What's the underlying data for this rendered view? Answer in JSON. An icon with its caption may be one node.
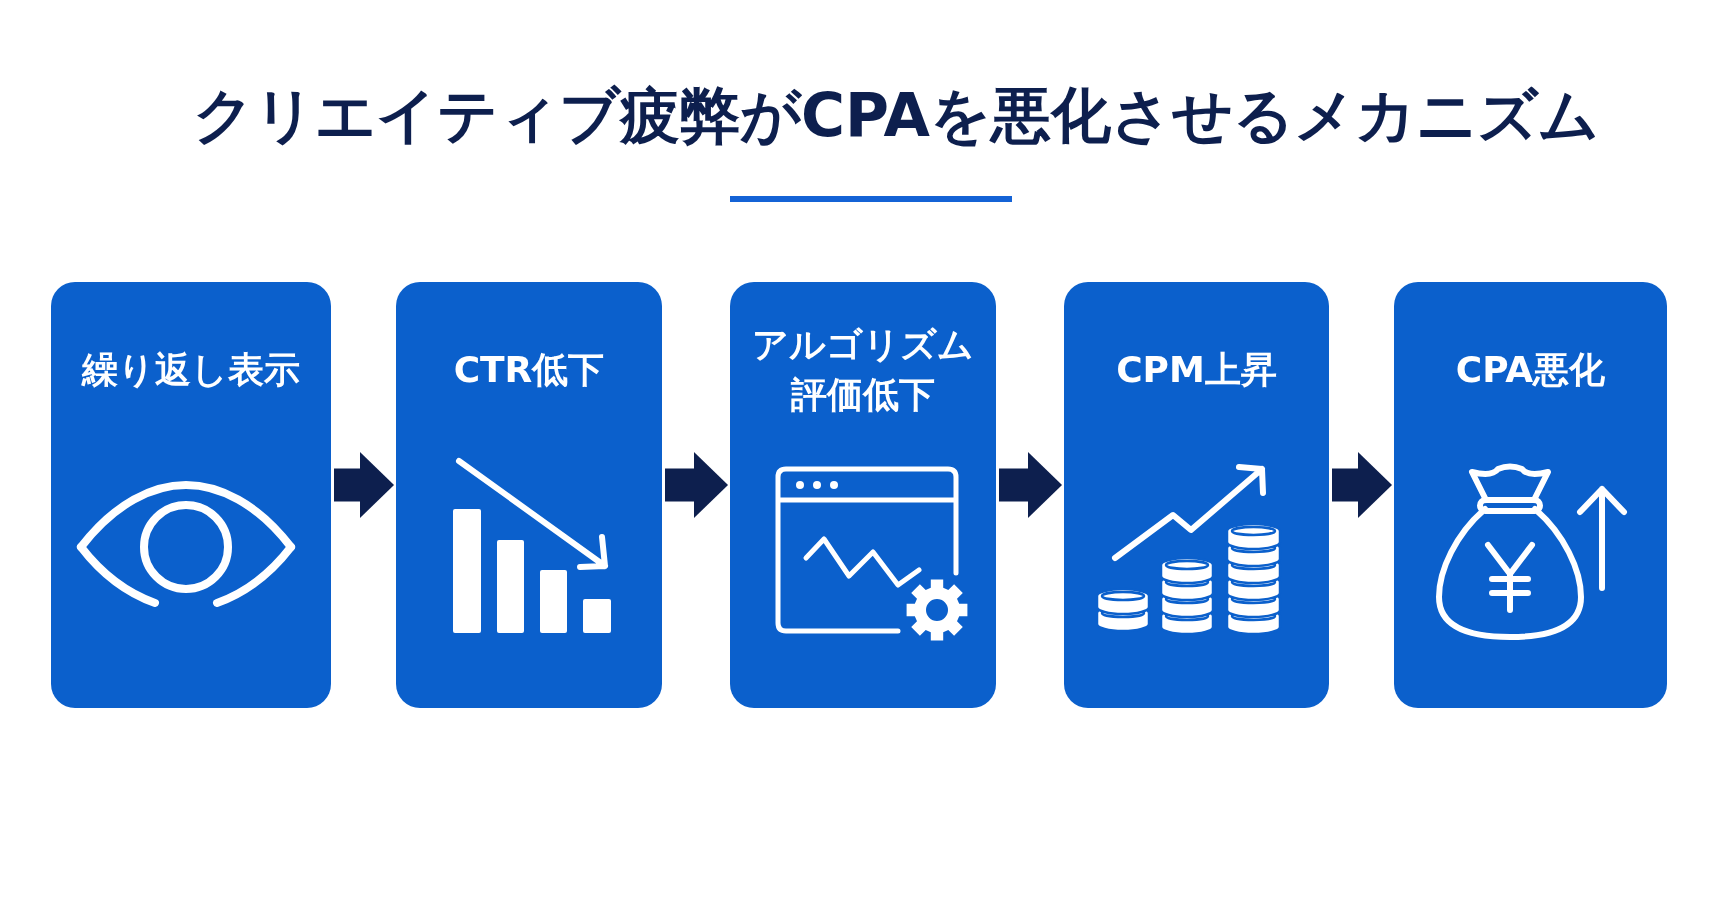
{
  "diagram": {
    "title": "クリエイティブ疲弊がCPAを悪化させるメカニズム",
    "nodes": [
      {
        "text": [
          "繰り返し表示"
        ]
      },
      {
        "text": [
          "CTR低下"
        ]
      },
      {
        "text": [
          "アルゴリズム評価低下"
        ]
      },
      {
        "text": [
          "CPM上昇"
        ]
      },
      {
        "text": [
          "CPA悪化"
        ]
      }
    ],
    "edges": [
      {
        "from": 0,
        "to": 1,
        "arrow": "to"
      },
      {
        "from": 1,
        "to": 2,
        "arrow": "to"
      },
      {
        "from": 2,
        "to": 3,
        "arrow": "to"
      },
      {
        "from": 3,
        "to": 4,
        "arrow": "to"
      }
    ]
  }
}
